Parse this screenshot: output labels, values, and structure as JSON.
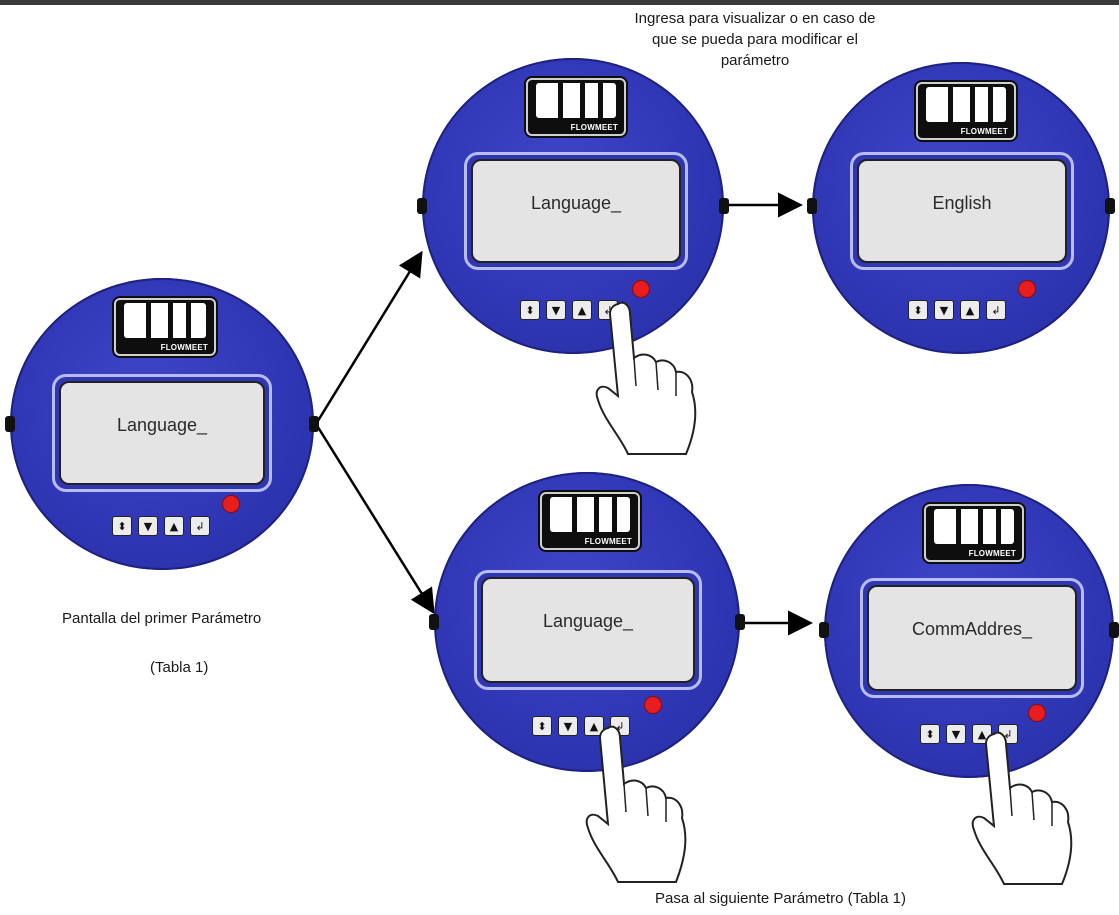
{
  "captions": {
    "top_note_line1": "Ingresa para visualizar o en caso de",
    "top_note_line2": "que se pueda para modificar el",
    "top_note_line3": "parámetro",
    "left_label": "Pantalla del primer Parámetro",
    "left_sub": "(Tabla 1)",
    "bottom_note": "Pasa al siguiente Parámetro (Tabla 1)"
  },
  "device": {
    "brand": "FLOWMEET",
    "keys": [
      "⬍",
      "▼",
      "▲",
      "↲"
    ]
  },
  "panels": {
    "start": {
      "display": "Language_"
    },
    "enter": {
      "display": "Language_"
    },
    "value": {
      "display": "English"
    },
    "next_press": {
      "display": "Language_"
    },
    "next_param": {
      "display": "CommAddres_"
    }
  },
  "colors": {
    "body": "#2f36b4",
    "led": "#e81d1d",
    "screen": "#e4e4e4"
  }
}
